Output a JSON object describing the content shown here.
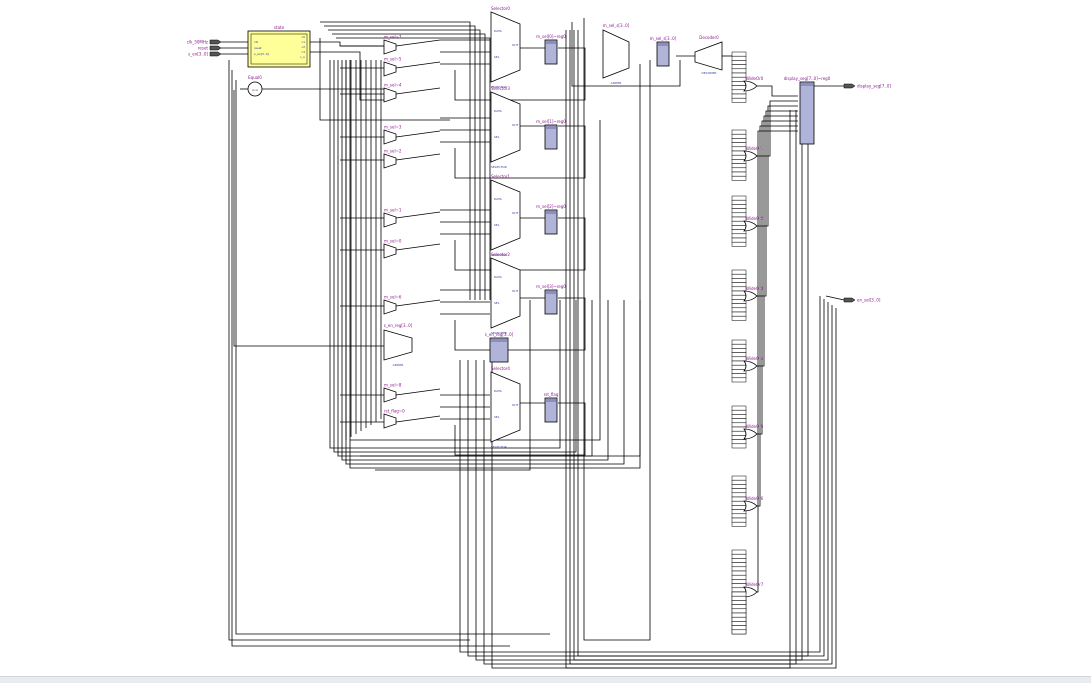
{
  "schematic": {
    "inputs": [
      "clk_50MHz",
      "reset",
      "s_en[3..0]"
    ],
    "outputs": [
      "display_seg[7..0]",
      "en_sel[3..0]"
    ],
    "state": {
      "name": "state",
      "ports_in": [
        "clk",
        "reset",
        "s_en[3..0]"
      ],
      "ports_out": [
        "c0",
        "c1",
        "c2",
        "c3",
        "c_n"
      ]
    },
    "equal": {
      "name": "Equal0",
      "operator": "=="
    },
    "selectors": [
      {
        "name": "Selector0",
        "sub": "SELECTOR"
      },
      {
        "name": "Selector3",
        "sub": "SELECTOR"
      },
      {
        "name": "Selector1",
        "sub": "SELECTOR"
      },
      {
        "name": "Selector2",
        "sub": "SELECTOR"
      },
      {
        "name": "Selector4",
        "sub": "SELECTOR"
      }
    ],
    "registers": [
      "m_sel[0]~reg0",
      "m_sel[1]~reg0",
      "m_sel[2]~reg0",
      "m_sel[3]~reg0",
      "s_en_reg[3..0]",
      "rst_flag",
      "m_sel_s[3..0]",
      "display_seg[7..0]~reg0"
    ],
    "decoder": {
      "name": "Decoder0",
      "sub": "DECODER"
    },
    "muxes": [
      "m_sel~7",
      "m_sel~5",
      "m_sel~4",
      "m_sel~3",
      "m_sel~2",
      "m_sel~1",
      "m_sel~0",
      "m_sel~6",
      "s_en_reg[3..0]",
      "m_sel~8",
      "rst_flag~0"
    ],
    "adder": {
      "name": "m_sel_s[3..0]",
      "sub": "ADDER"
    },
    "or_gates": [
      "WideOr0",
      "WideOr1",
      "WideOr2",
      "WideOr3",
      "WideOr4",
      "WideOr5",
      "WideOr6",
      "WideOr7"
    ]
  }
}
